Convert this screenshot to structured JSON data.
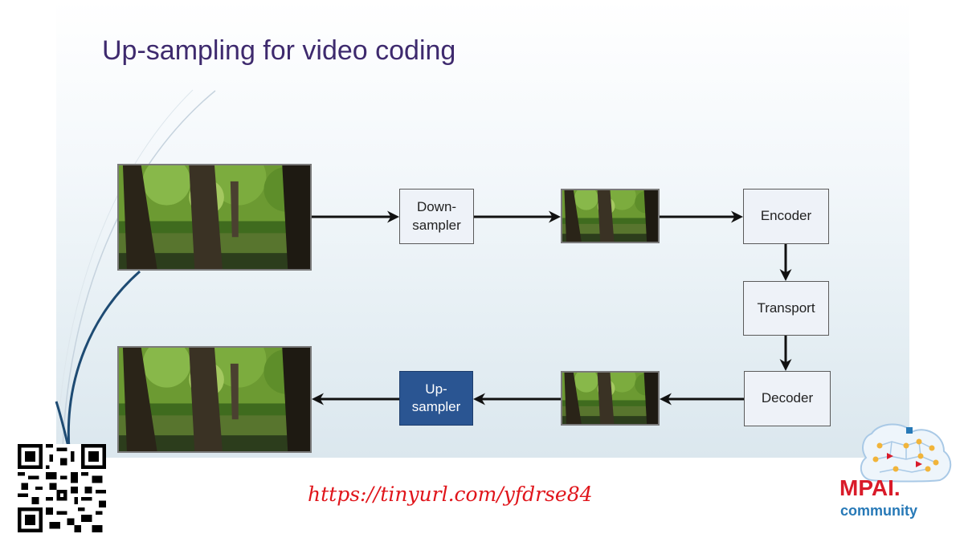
{
  "slide": {
    "title": "Up-sampling for video coding",
    "url": "https://tinyurl.com/yfdrse84"
  },
  "diagram": {
    "boxes": {
      "downsampler": "Down-\nsampler",
      "encoder": "Encoder",
      "transport": "Transport",
      "decoder": "Decoder",
      "upsampler": "Up-\nsampler"
    }
  },
  "branding": {
    "name": "MPAI.",
    "subtitle": "community"
  },
  "colors": {
    "title": "#3e2a6e",
    "url": "#e0151b",
    "upsampler_fill": "#2a5592",
    "brand_red": "#d91b2a",
    "brand_blue": "#2779b7"
  },
  "icons": [
    "qr-code-icon",
    "mpai-brain-logo-icon"
  ]
}
